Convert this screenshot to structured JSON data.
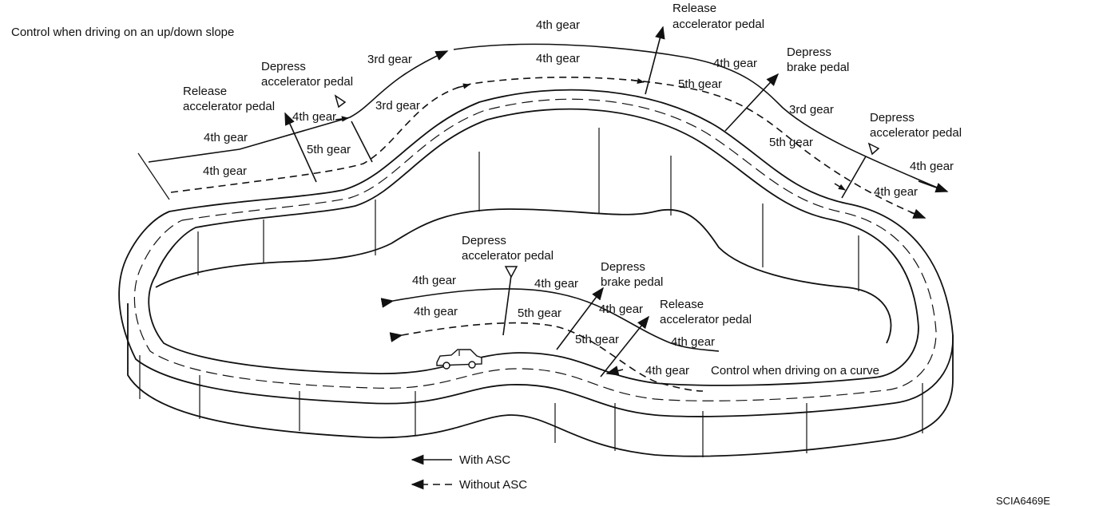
{
  "captions": {
    "slope": "Control when driving on an up/down slope",
    "curve": "Control when driving on a curve"
  },
  "legend": {
    "with_asc": "With ASC",
    "without_asc": "Without ASC"
  },
  "figure_code": "SCIA6469E",
  "slope_labels": {
    "release_accel_left": [
      "Release",
      "accelerator pedal"
    ],
    "depress_accel_top": [
      "Depress",
      "accelerator pedal"
    ],
    "release_accel_top": [
      "Release",
      "accelerator pedal"
    ],
    "depress_brake_top": [
      "Depress",
      "brake pedal"
    ],
    "depress_accel_right": [
      "Depress",
      "accelerator pedal"
    ],
    "solid_4th_a": "4th gear",
    "solid_4th_b": "4th gear",
    "solid_3rd_a": "3rd gear",
    "solid_4th_top": "4th gear",
    "solid_4th_c": "4th gear",
    "solid_3rd_b": "3rd gear",
    "solid_4th_end": "4th gear",
    "dash_4th_a": "4th gear",
    "dash_5th_a": "5th gear",
    "dash_3rd": "3rd gear",
    "dash_4th_top": "4th gear",
    "dash_5th_b": "5th gear",
    "dash_5th_c": "5th gear",
    "dash_4th_end": "4th gear"
  },
  "curve_labels": {
    "depress_accel": [
      "Depress",
      "accelerator pedal"
    ],
    "depress_brake": [
      "Depress",
      "brake pedal"
    ],
    "release_accel": [
      "Release",
      "accelerator pedal"
    ],
    "solid_4th_end": "4th gear",
    "solid_4th_mid": "4th gear",
    "solid_4th_small": "4th gear",
    "solid_4th_start": "4th gear",
    "dash_4th_end": "4th gear",
    "dash_5th_a": "5th gear",
    "dash_5th_b": "5th gear",
    "dash_4th_start": "4th gear"
  }
}
